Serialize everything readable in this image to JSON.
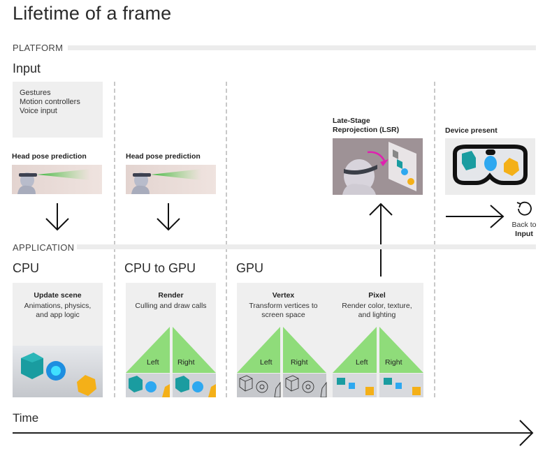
{
  "title": "Lifetime of a frame",
  "sections": {
    "platform": "PLATFORM",
    "application": "APPLICATION"
  },
  "platform": {
    "input": {
      "title": "Input",
      "items": [
        "Gestures",
        "Motion controllers",
        "Voice input"
      ]
    },
    "head_pose_1": {
      "label": "Head pose prediction",
      "image": "head-pose-prediction-image"
    },
    "head_pose_2": {
      "label": "Head pose prediction",
      "image": "head-pose-prediction-image"
    },
    "lsr": {
      "label_line1": "Late-Stage",
      "label_line2": "Reprojection (LSR)",
      "image": "late-stage-reprojection-image"
    },
    "device_present": {
      "label": "Device present",
      "image": "headset-view-image"
    },
    "back_to_input": {
      "line1": "Back to",
      "line2": "Input",
      "icon": "restart-icon"
    }
  },
  "application": {
    "stages": [
      {
        "title": "CPU",
        "panels": [
          {
            "title": "Update scene",
            "desc_line1": "Animations, physics,",
            "desc_line2": "and app logic"
          }
        ]
      },
      {
        "title": "CPU to GPU",
        "panels": [
          {
            "title": "Render",
            "desc_line1": "Culling and draw calls",
            "desc_line2": "",
            "eyes": [
              "Left",
              "Right"
            ]
          }
        ]
      },
      {
        "title": "GPU",
        "panels": [
          {
            "title": "Vertex",
            "desc_line1": "Transform vertices to",
            "desc_line2": "screen space",
            "eyes": [
              "Left",
              "Right"
            ]
          },
          {
            "title": "Pixel",
            "desc_line1": "Render color, texture,",
            "desc_line2": "and lighting",
            "eyes": [
              "Left",
              "Right"
            ]
          }
        ]
      }
    ]
  },
  "timeline": {
    "label": "Time"
  },
  "colors": {
    "frustum_green": "#8fdc7a",
    "lsr_arrow_magenta": "#e020b0",
    "cube_teal": "#1a9ca0",
    "sphere_blue": "#2ea8f0",
    "gem_orange": "#f4b018",
    "panel_gray": "#efefef",
    "bar_gray": "#ececec"
  }
}
